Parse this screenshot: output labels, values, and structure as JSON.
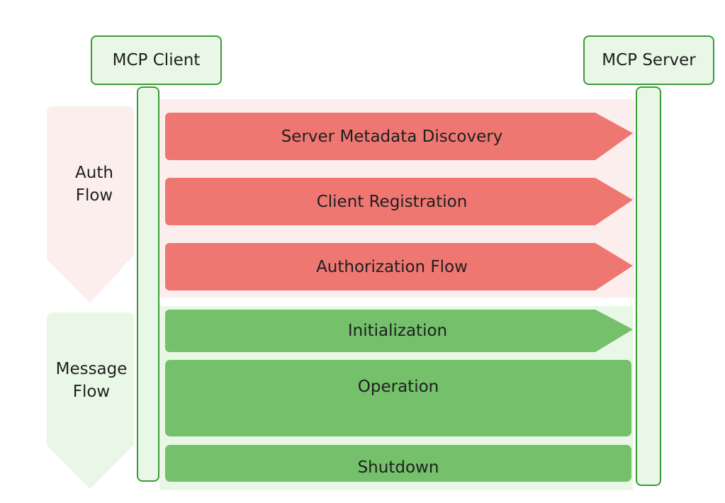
{
  "participants": {
    "client": "MCP Client",
    "server": "MCP Server"
  },
  "phases": {
    "auth": {
      "line1": "Auth",
      "line2": "Flow"
    },
    "message": {
      "line1": "Message",
      "line2": "Flow"
    }
  },
  "steps": {
    "metadata_discovery": "Server Metadata Discovery",
    "client_registration": "Client Registration",
    "authorization_flow": "Authorization Flow",
    "initialization": "Initialization",
    "operation": "Operation",
    "shutdown": "Shutdown"
  },
  "colors": {
    "auth_arrow": "#ef7772",
    "auth_background": "#fdeeee",
    "message_arrow": "#74c06b",
    "message_background": "#e9f7e6",
    "border_green": "#3c9a38"
  }
}
